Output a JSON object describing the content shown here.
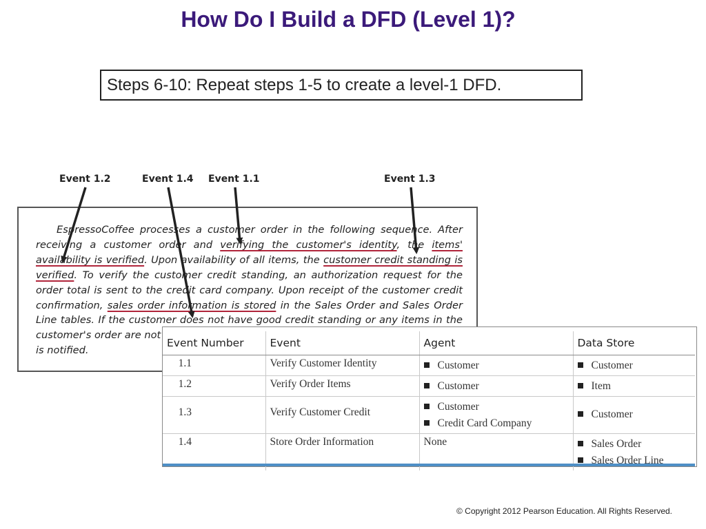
{
  "slide": {
    "title": "How Do I Build a DFD (Level 1)?",
    "steps_text": "Steps 6-10: Repeat steps 1-5 to create a level-1 DFD.",
    "copyright": "© Copyright 2012 Pearson Education. All Rights Reserved."
  },
  "events": {
    "e12": "Event 1.2",
    "e14": "Event 1.4",
    "e11": "Event 1.1",
    "e13": "Event 1.3"
  },
  "passage": {
    "l1": "EspressoCoffee processes a customer order in the following sequence. After",
    "l2a": "receiving a customer order and ",
    "l2b": "verifying the customer's identity",
    "l2c": ", the ",
    "l2d": "items'",
    "l3a": "availability is verified",
    "l3b": ". Upon availability of all items, the ",
    "l3c": "customer credit standing is",
    "l4a": "verified",
    "l4b": ". To verify the customer credit standing, an authorization request for the",
    "l5": "order total is sent to the credit card company. Upon receipt of the customer credit",
    "l6a": "confirmation, ",
    "l6b": "sales order information is stored",
    "l6c": " in the Sales Order and Sales Order",
    "l7": "Line tables. If the customer does not have good credit standing or any items in the",
    "l8": "customer's order are not",
    "l9": "is notified."
  },
  "table": {
    "headers": [
      "Event Number",
      "Event",
      "Agent",
      "Data Store"
    ],
    "rows": [
      {
        "num": "1.1",
        "event": "Verify Customer Identity",
        "agent": [
          "Customer"
        ],
        "store": [
          "Customer"
        ]
      },
      {
        "num": "1.2",
        "event": "Verify Order Items",
        "agent": [
          "Customer"
        ],
        "store": [
          "Item"
        ]
      },
      {
        "num": "1.3",
        "event": "Verify Customer Credit",
        "agent": [
          "Customer",
          "Credit Card Company"
        ],
        "store": [
          "Customer"
        ]
      },
      {
        "num": "1.4",
        "event": "Store Order Information",
        "agent_none": "None",
        "store": [
          "Sales Order",
          "Sales Order Line"
        ]
      }
    ]
  },
  "colors": {
    "title": "#3b1a7a",
    "underline": "#b0243a",
    "table_rule": "#4e8fc6"
  }
}
